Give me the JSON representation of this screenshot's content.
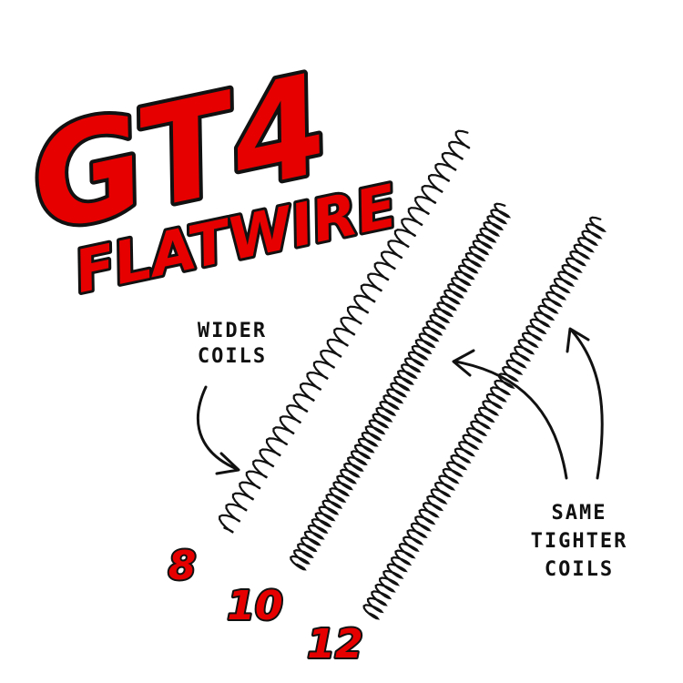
{
  "logo": {
    "line1": "GT4",
    "line2": "FLATWIRE",
    "primary_color": "#e60000",
    "outline_color": "#111111"
  },
  "annotations": {
    "left_line1": "WIDER",
    "left_line2": "COILS",
    "right_line1": "SAME",
    "right_line2": "TIGHTER",
    "right_line3": "COILS"
  },
  "springs": [
    {
      "label": "8",
      "coil_count": 36
    },
    {
      "label": "10",
      "coil_count": 58
    },
    {
      "label": "12",
      "coil_count": 58
    }
  ]
}
